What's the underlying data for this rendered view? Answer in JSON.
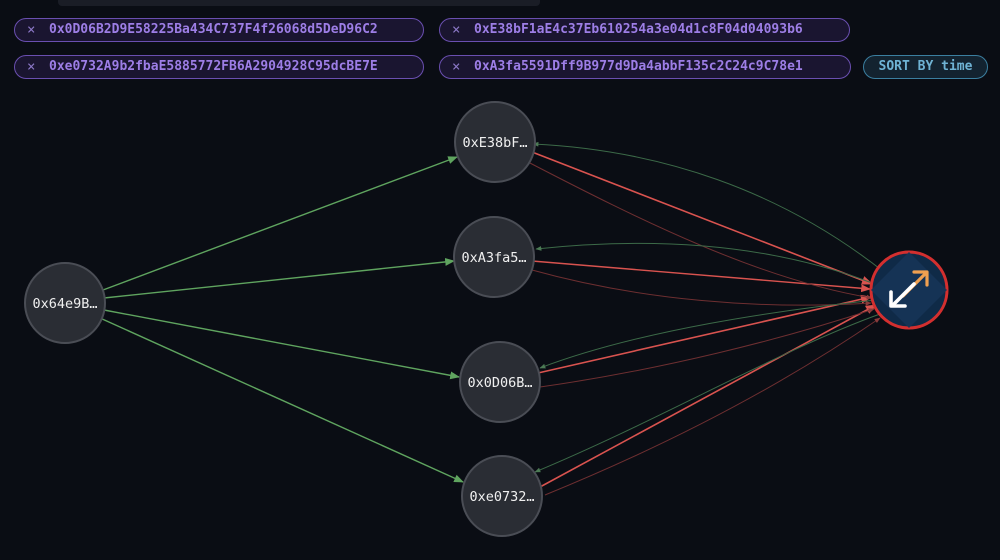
{
  "filters": [
    {
      "label": "0x0D06B2D9E58225Ba434C737F4f26068d5DeD96C2",
      "remove_icon": "close-icon"
    },
    {
      "label": "0xE38bF1aE4c37Eb610254a3e04d1c8F04d04093b6",
      "remove_icon": "close-icon"
    },
    {
      "label": "0xe0732A9b2fbaE5885772FB6A2904928C95dcBE7E",
      "remove_icon": "close-icon"
    },
    {
      "label": "0xA3fa5591Dff9B977d9Da4abbF135c2C24c9C78e1",
      "remove_icon": "close-icon"
    }
  ],
  "filter_close_glyph": "×",
  "sort_button": {
    "label": "SORT BY time"
  },
  "graph": {
    "source": {
      "label": "0x64e9B…"
    },
    "middle": [
      {
        "label": "0xE38bF…"
      },
      {
        "label": "0xA3fa5…"
      },
      {
        "label": "0x0D06B…"
      },
      {
        "label": "0xe0732…"
      }
    ],
    "target": {
      "icon": "swap-arrows-icon"
    }
  },
  "colors": {
    "inflow": "#5fa45f",
    "outflow": "#d9534f",
    "node_fill": "#2a2d34",
    "node_stroke": "#4a4d55",
    "target_fill": "#0f2a47",
    "target_ring": "#d32f2f",
    "target_icon_white": "#ffffff",
    "target_icon_orange": "#f0a050",
    "chip_border": "#6a4fb0",
    "chip_text": "#9d7ee6"
  }
}
